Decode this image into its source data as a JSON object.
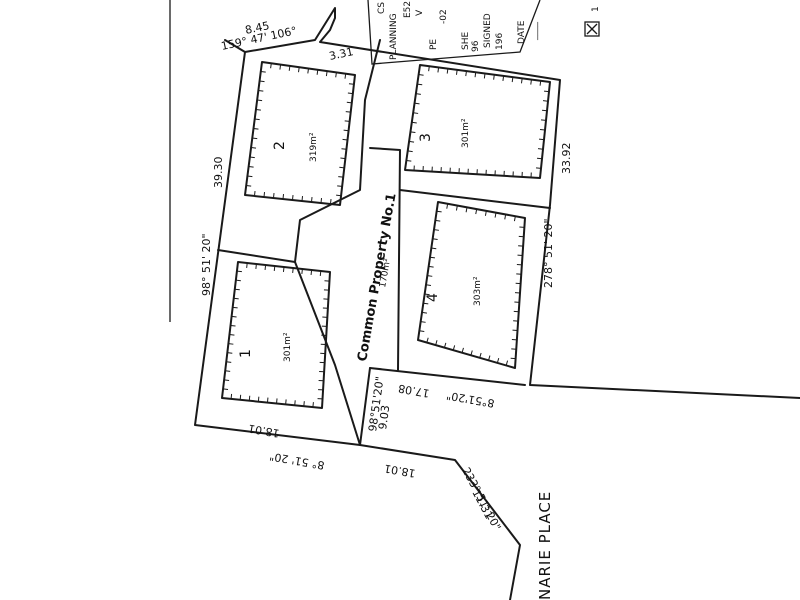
{
  "dimensions": {
    "top_left_short": "8.45",
    "top_left_bearing": "159° 47' 106°",
    "top_segment": "3.31",
    "left_length": "39.30",
    "left_bearing": "98° 51' 20\"",
    "right_length": "33.92",
    "right_bearing": "278° 51' 20\"",
    "lot1_bottom": "18.01",
    "bottom_bearing": "8° 51' 20\"",
    "bottom_front": "18.01",
    "access_bearing": "98°51'20\"",
    "access_width": "9.03",
    "lot4_bottom": "17.08",
    "lot4_bottom_bearing": "8°51'20\"",
    "corner_bearing": "233° 51' 20\"",
    "corner_length": "11.31"
  },
  "lots": [
    {
      "number": "1",
      "area": "301m²"
    },
    {
      "number": "2",
      "area": "319m²"
    },
    {
      "number": "3",
      "area": "301m²"
    },
    {
      "number": "4",
      "area": "303m²"
    }
  ],
  "common_property": {
    "label": "Common Property No.1",
    "area": "170m²"
  },
  "street": "NARIE PLACE",
  "stamp": {
    "line1": "PLANNING",
    "line2": "PE",
    "line3": "SHE",
    "line4": "SIGNED",
    "line5": "DATE",
    "fragment1": "CS",
    "fragment2": "E52",
    "fragment3": "V",
    "fragment4": "-02",
    "fragment5": "96",
    "fragment6": "196",
    "corner": "1"
  }
}
